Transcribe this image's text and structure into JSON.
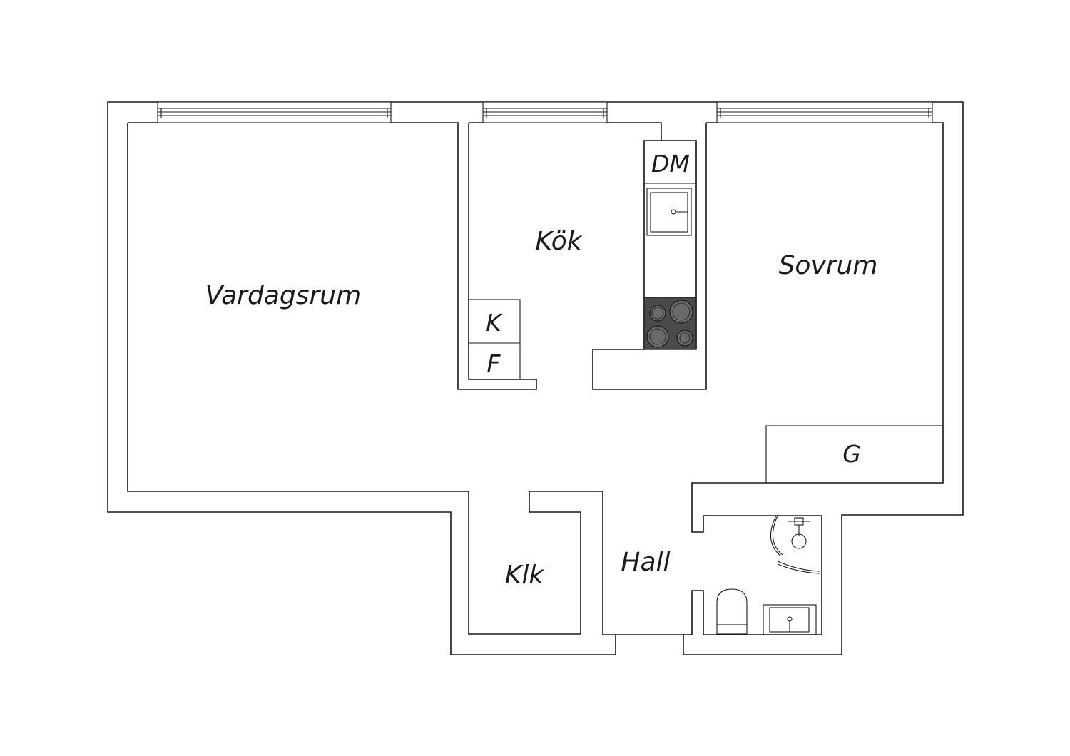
{
  "rooms": {
    "living_room": "Vardagsrum",
    "kitchen": "Kök",
    "bedroom": "Sovrum",
    "closet": "Klk",
    "hall": "Hall"
  },
  "fixtures": {
    "dishwasher": "DM",
    "fridge": "K",
    "freezer": "F",
    "wardrobe": "G"
  }
}
